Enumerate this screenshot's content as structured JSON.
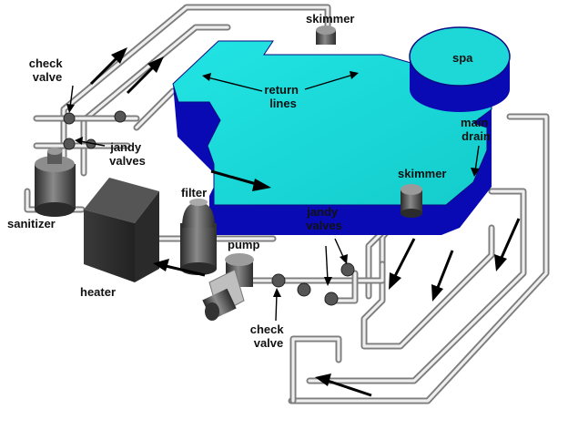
{
  "labels": {
    "skimmer_top": "skimmer",
    "spa": "spa",
    "check_valve_left": [
      "check",
      "valve"
    ],
    "return_lines": [
      "return",
      "lines"
    ],
    "main_drain": [
      "main",
      "drain"
    ],
    "jandy_valves_left": [
      "jandy",
      "valves"
    ],
    "skimmer_right": "skimmer",
    "sanitizer": "sanitizer",
    "filter": "filter",
    "pump": "pump",
    "jandy_valves_right": [
      "jandy",
      "valves"
    ],
    "heater": "heater",
    "check_valve_bottom": [
      "check",
      "valve"
    ]
  },
  "colors": {
    "water": "#1ed8d8",
    "pool_wall": "#0a0ab4",
    "pipe": "#d9d9d9",
    "equipment": "#4a4a4a"
  }
}
